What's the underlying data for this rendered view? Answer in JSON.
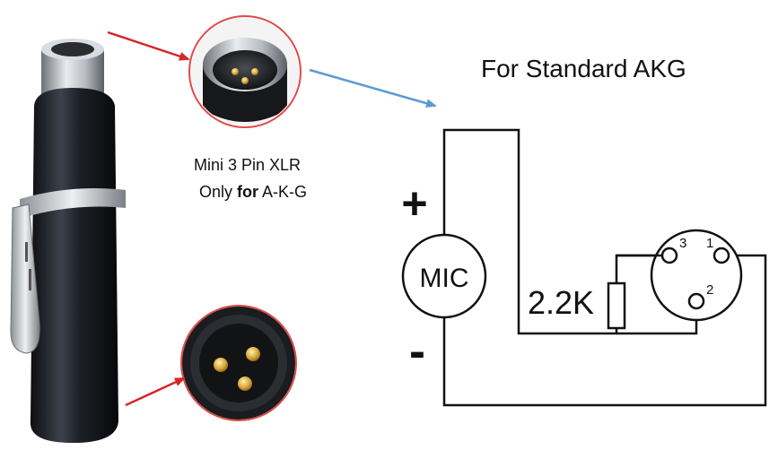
{
  "product": {
    "connector_caption_line1": "Mini 3 Pin XLR",
    "connector_caption_line2_prefix": "Only ",
    "connector_caption_line2_bold": "for",
    "connector_caption_line2_suffix": " A-K-G"
  },
  "schematic": {
    "title": "For Standard AKG",
    "mic_label": "MIC",
    "plus_label": "+",
    "minus_label": "-",
    "resistor_label": "2.2K",
    "pins": [
      "1",
      "2",
      "3"
    ]
  },
  "colors": {
    "arrow_red": "#d6262a",
    "arrow_blue": "#5b9bd5",
    "line": "#111111"
  },
  "icons": [
    "connector-photo",
    "socket-closeup",
    "plug-closeup"
  ]
}
